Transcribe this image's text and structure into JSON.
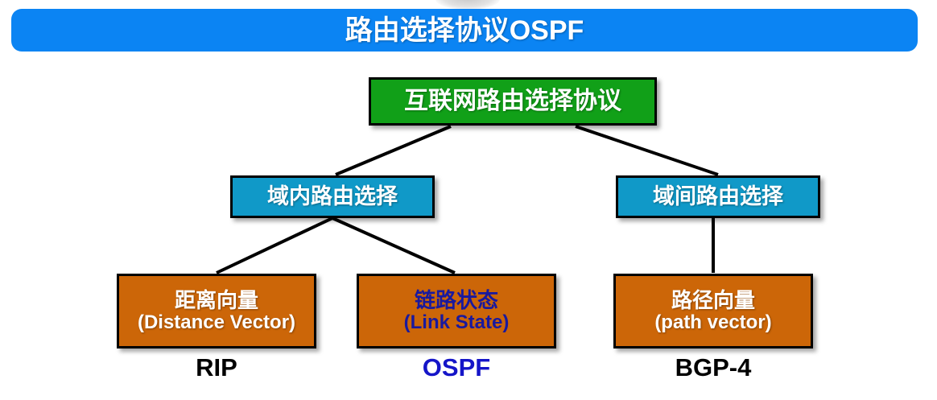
{
  "slide": {
    "title": "路由选择协议OSPF",
    "title_bar_color": "#0B84F3",
    "background_color": "#FFFFFF"
  },
  "diagram": {
    "root": {
      "label": "互联网路由选择协议",
      "fill": "#11A018",
      "text_color": "#FFFFFF"
    },
    "branches": [
      {
        "label": "域内路由选择",
        "fill": "#1099C8",
        "text_color": "#FFFFFF"
      },
      {
        "label": "域间路由选择",
        "fill": "#1099C8",
        "text_color": "#FFFFFF"
      }
    ],
    "leaves": [
      {
        "line1": "距离向量",
        "line2": "(Distance Vector)",
        "fill": "#CC6608",
        "text_color": "#FFFFFF",
        "protocol": "RIP",
        "protocol_color": "#000000"
      },
      {
        "line1": "链路状态",
        "line2": "(Link State)",
        "fill": "#CC6608",
        "text_color": "#19199E",
        "protocol": "OSPF",
        "protocol_color": "#1515C8"
      },
      {
        "line1": "路径向量",
        "line2": "(path vector)",
        "fill": "#CC6608",
        "text_color": "#FFFFFF",
        "protocol": "BGP-4",
        "protocol_color": "#000000"
      }
    ],
    "connector_color": "#000000"
  }
}
